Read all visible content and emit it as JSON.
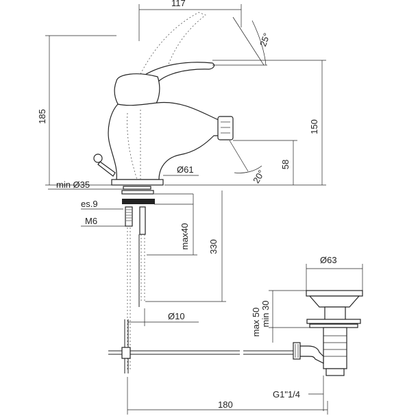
{
  "dimensions": {
    "top_width": "117",
    "lever_angle": "25°",
    "height_total": "185",
    "height_spout": "150",
    "spray_height": "58",
    "spray_angle": "20°",
    "base_diameter": "Ø61",
    "min_hole": "min Ø35",
    "thickness": "es.9",
    "thread": "M6",
    "max_counter": "max40",
    "rod_length": "330",
    "rod_diameter": "Ø10",
    "waste_diameter": "Ø63",
    "waste_max": "max 50",
    "waste_min": "min 30",
    "waste_thread": "G1\"1/4",
    "horizontal_reach": "180"
  }
}
